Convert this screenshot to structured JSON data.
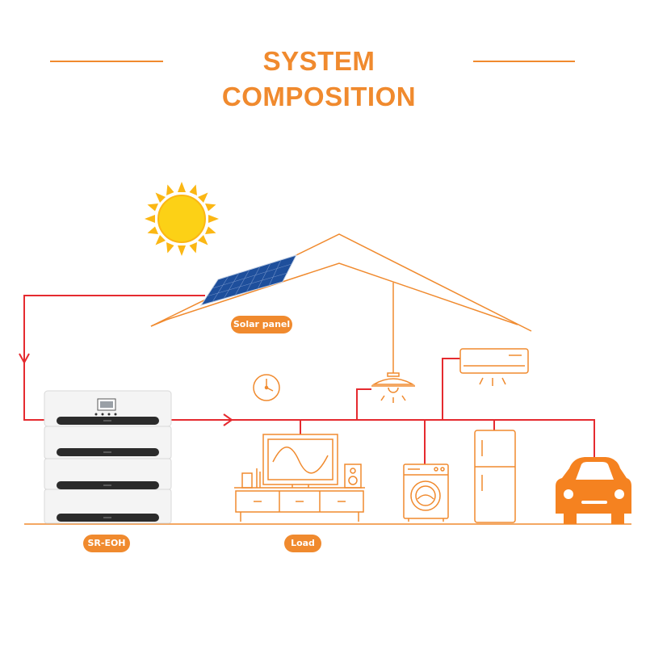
{
  "title": "SYSTEM COMPOSITION",
  "labels": {
    "solar_panel": "Solar panel",
    "battery": "SR-EOH",
    "load": "Load"
  },
  "colors": {
    "accent_orange": "#f08a2e",
    "wire_red": "#e52a2f",
    "sun_yellow": "#fcd116",
    "panel_blue": "#1e4f9c",
    "battery_dark": "#2b2b2b",
    "car_orange": "#f58220"
  },
  "icons": [
    "sun-icon",
    "solar-panel-icon",
    "house-roof-icon",
    "battery-stack-icon",
    "clock-icon",
    "ceiling-lamp-icon",
    "air-conditioner-icon",
    "tv-cabinet-icon",
    "speaker-icon",
    "washing-machine-icon",
    "refrigerator-icon",
    "car-icon"
  ]
}
